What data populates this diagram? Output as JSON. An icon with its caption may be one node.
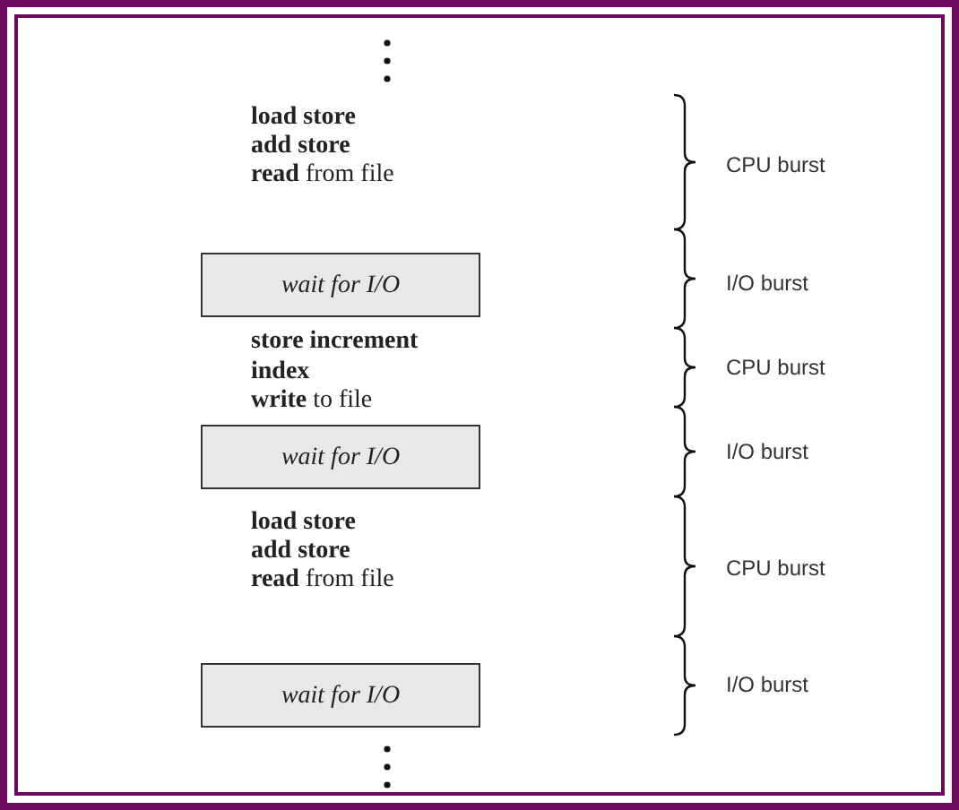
{
  "diagram": {
    "nodes": [
      {
        "text": [
          "wait for I/O"
        ]
      },
      {
        "text": [
          "wait for I/O"
        ]
      },
      {
        "text": [
          "wait for I/O"
        ]
      }
    ],
    "labels": [
      "load store",
      "add store",
      "**read** from file",
      "CPU burst",
      "I/O burst",
      "store increment",
      "index",
      "**write** to file",
      "CPU burst",
      "I/O burst",
      "load store",
      "add store",
      "**read** from file",
      "CPU burst",
      "I/O burst"
    ]
  }
}
